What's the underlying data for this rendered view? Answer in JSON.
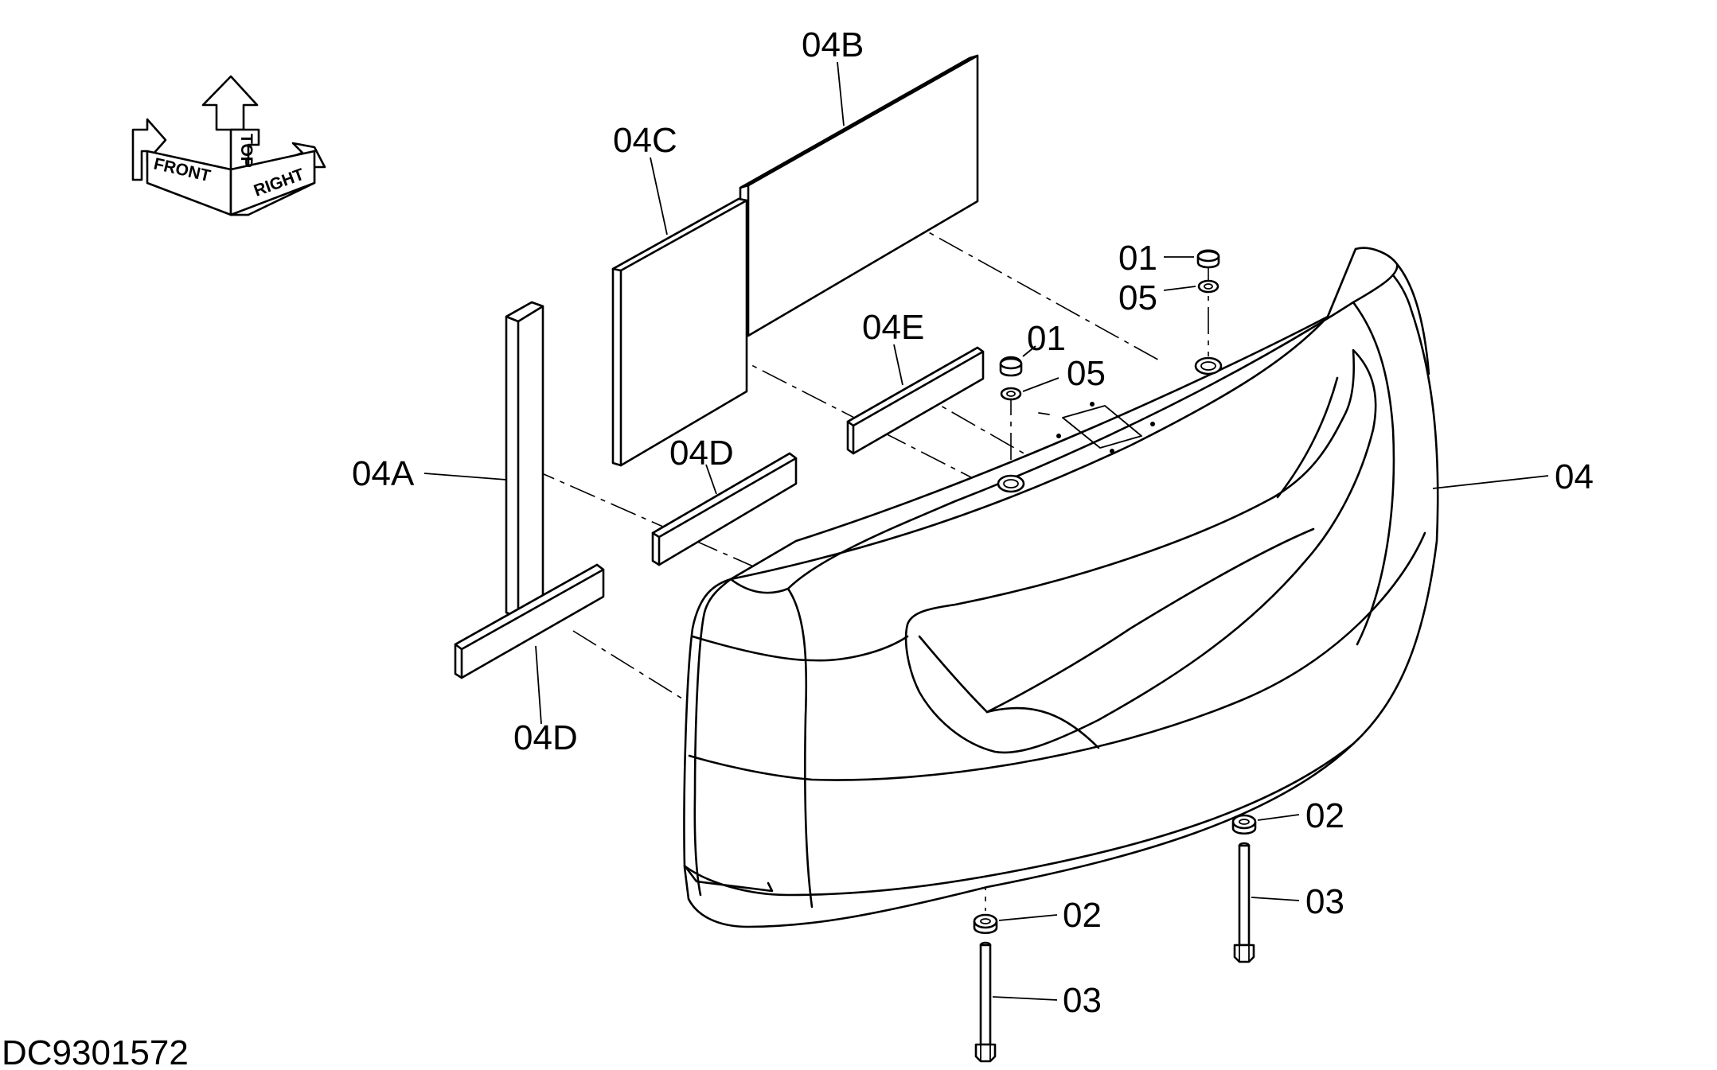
{
  "drawing_id": "DC9301572",
  "orientation_indicator": {
    "front": "FRONT",
    "top": "TOP",
    "right": "RIGHT"
  },
  "part_labels": {
    "counterweight": "04",
    "plate_04a": "04A",
    "plate_04b": "04B",
    "plate_04c": "04C",
    "plate_04d_upper": "04D",
    "plate_04d_lower": "04D",
    "plate_04e": "04E",
    "cap_right": "01",
    "washer_top_right": "05",
    "cap_center": "01",
    "washer_top_center": "05",
    "washer_bottom_right": "02",
    "bolt_right": "03",
    "washer_bottom_center": "02",
    "bolt_center": "03"
  }
}
